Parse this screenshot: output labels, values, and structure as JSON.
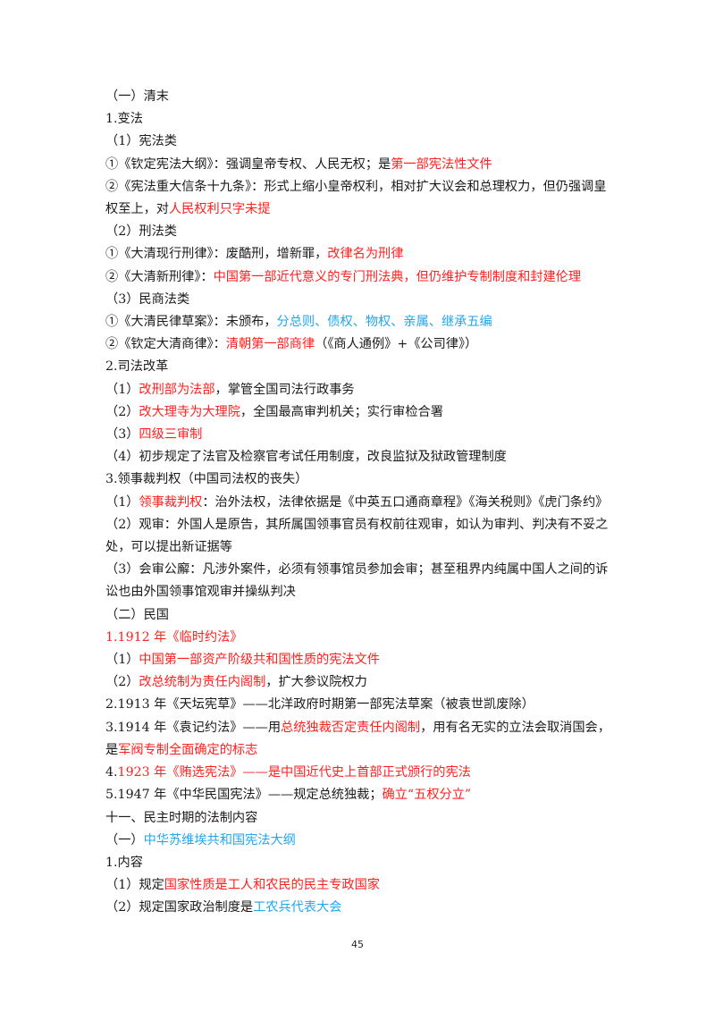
{
  "lines": [
    {
      "segments": [
        {
          "text": "（一）清末"
        }
      ]
    },
    {
      "segments": [
        {
          "text": "1.变法"
        }
      ]
    },
    {
      "segments": [
        {
          "text": "（1）宪法类"
        }
      ]
    },
    {
      "segments": [
        {
          "text": "①《钦定宪法大纲》：强调皇帝专权、人民无权；是"
        },
        {
          "text": "第一部宪法性文件",
          "color": "red"
        }
      ]
    },
    {
      "wrap": true,
      "segments": [
        {
          "text": "②《宪法重大信条十九条》：形式上缩小皇帝权利，相对扩大议会和总理权力，但仍强调皇权至上，对"
        },
        {
          "text": "人民权利只字未提",
          "color": "red"
        }
      ]
    },
    {
      "segments": [
        {
          "text": "（2）刑法类"
        }
      ]
    },
    {
      "segments": [
        {
          "text": "①《大清现行刑律》：废酷刑，增新罪，"
        },
        {
          "text": "改律名为刑律",
          "color": "red"
        }
      ]
    },
    {
      "segments": [
        {
          "text": "②《大清新刑律》："
        },
        {
          "text": "中国第一部近代意义的专门刑法典，但仍维护专制制度和封建伦理",
          "color": "red"
        }
      ]
    },
    {
      "segments": [
        {
          "text": "（3）民商法类"
        }
      ]
    },
    {
      "segments": [
        {
          "text": "①《大清民律草案》：未颁布，"
        },
        {
          "text": "分总则、债权、物权、亲属、继承五编",
          "color": "blue"
        }
      ]
    },
    {
      "segments": [
        {
          "text": "②《钦定大清商律》："
        },
        {
          "text": "清朝第一部商律",
          "color": "red"
        },
        {
          "text": "（《商人通例》+《公司律》）"
        }
      ]
    },
    {
      "segments": [
        {
          "text": "2.司法改革"
        }
      ]
    },
    {
      "segments": [
        {
          "text": "（1）"
        },
        {
          "text": "改刑部为法部",
          "color": "red"
        },
        {
          "text": "，掌管全国司法行政事务"
        }
      ]
    },
    {
      "segments": [
        {
          "text": "（2）"
        },
        {
          "text": "改大理寺为大理院",
          "color": "red"
        },
        {
          "text": "，全国最高审判机关；实行审检合署"
        }
      ]
    },
    {
      "segments": [
        {
          "text": "（3）"
        },
        {
          "text": "四级三审制",
          "color": "red"
        }
      ]
    },
    {
      "segments": [
        {
          "text": "（4）初步规定了法官及检察官考试任用制度，改良监狱及狱政管理制度"
        }
      ]
    },
    {
      "segments": [
        {
          "text": "3.领事裁判权（中国司法权的丧失）"
        }
      ]
    },
    {
      "segments": [
        {
          "text": "（1）"
        },
        {
          "text": "领事裁判权",
          "color": "red"
        },
        {
          "text": "：治外法权，法律依据是《中英五口通商章程》《海关税则》《虎门条约》"
        }
      ]
    },
    {
      "wrap": true,
      "segments": [
        {
          "text": "（2）观审：外国人是原告，其所属国领事官员有权前往观审，如认为审判、判决有不妥之处，可以提出新证据等"
        }
      ]
    },
    {
      "wrap": true,
      "segments": [
        {
          "text": "（3）会审公廨：凡涉外案件，必须有领事馆员参加会审；甚至租界内纯属中国人之间的诉讼也由外国领事馆观审并操纵判决"
        }
      ]
    },
    {
      "segments": [
        {
          "text": "（二）民国"
        }
      ]
    },
    {
      "segments": [
        {
          "text": "1.1912 年《临时约法》",
          "color": "red"
        }
      ]
    },
    {
      "segments": [
        {
          "text": "（1）"
        },
        {
          "text": "中国第一部资产阶级共和国性质的宪法文件",
          "color": "red"
        }
      ]
    },
    {
      "segments": [
        {
          "text": "（2）"
        },
        {
          "text": "改总统制为责任内阁制",
          "color": "red"
        },
        {
          "text": "，扩大参议院权力"
        }
      ]
    },
    {
      "segments": [
        {
          "text": "2.1913 年《天坛宪草》——北洋政府时期第一部宪法草案（被袁世凯废除）"
        }
      ]
    },
    {
      "wrap": true,
      "segments": [
        {
          "text": "3.1914 年《袁记约法》——用"
        },
        {
          "text": "总统独裁否定责任内阁制",
          "color": "red"
        },
        {
          "text": "，用有名无实的立法会取消国会，是"
        },
        {
          "text": "军阀专制全面确定的标志",
          "color": "red"
        }
      ]
    },
    {
      "segments": [
        {
          "text": "4."
        },
        {
          "text": "1923 年《贿选宪法》——是中国近代史上首部正式颁行的宪法",
          "color": "red"
        }
      ]
    },
    {
      "segments": [
        {
          "text": "5.1947 年《中华民国宪法》——规定总统独裁；"
        },
        {
          "text": "确立“五权分立”",
          "color": "red"
        }
      ]
    },
    {
      "segments": [
        {
          "text": "十一、民主时期的法制内容"
        }
      ]
    },
    {
      "segments": [
        {
          "text": "（一）"
        },
        {
          "text": "中华苏维埃共和国宪法大纲",
          "color": "blue"
        }
      ]
    },
    {
      "segments": [
        {
          "text": "1.内容"
        }
      ]
    },
    {
      "segments": [
        {
          "text": "（1）规定"
        },
        {
          "text": "国家性质是工人和农民的民主专政国家",
          "color": "red"
        }
      ]
    },
    {
      "segments": [
        {
          "text": "（2）规定国家政治制度是"
        },
        {
          "text": "工农兵代表大会",
          "color": "blue"
        }
      ]
    }
  ],
  "page_number": "45",
  "colors": {
    "text": "#1a1a1a",
    "red": "#ff2020",
    "blue": "#22a6ee"
  }
}
